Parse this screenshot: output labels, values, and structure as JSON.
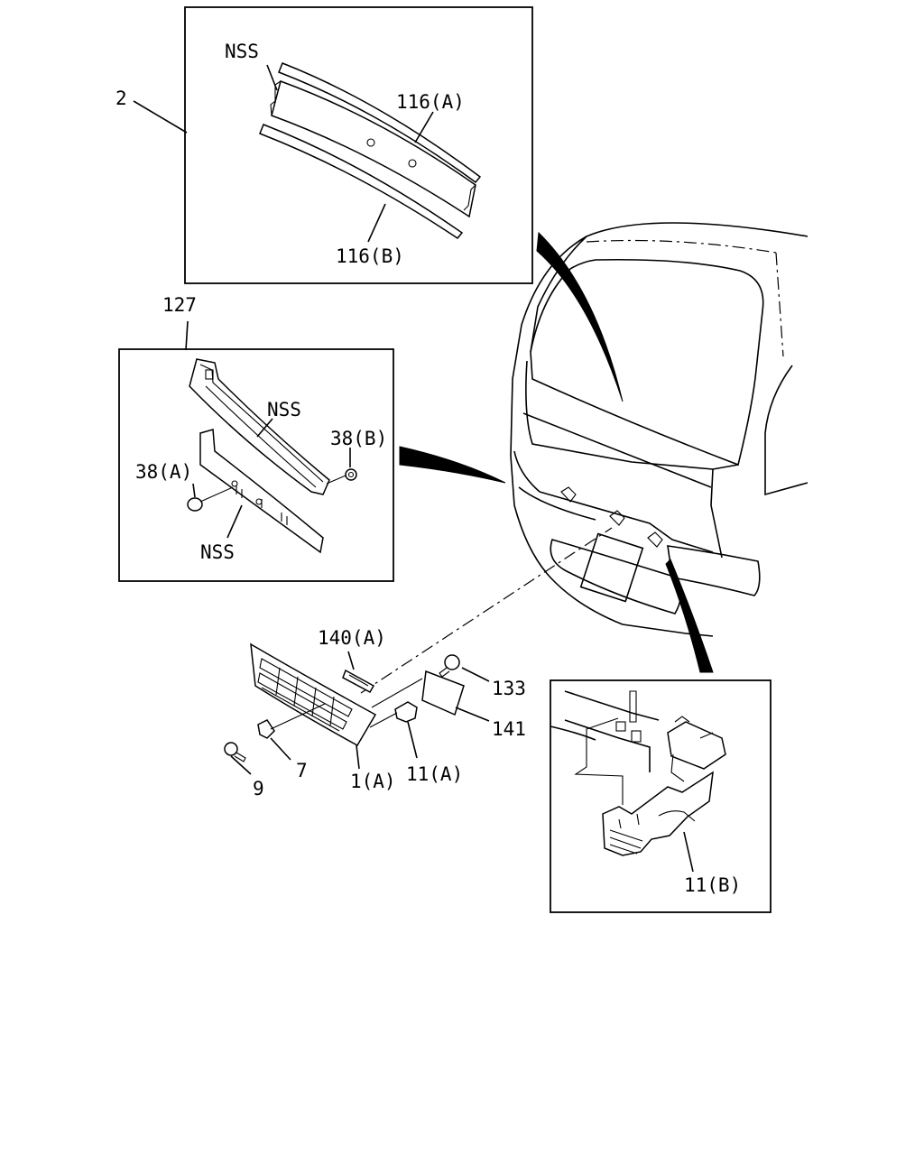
{
  "labels": {
    "item_2": "2",
    "nss_top": "NSS",
    "item_116a": "116(A)",
    "item_116b": "116(B)",
    "item_127": "127",
    "nss_upper": "NSS",
    "item_38b": "38(B)",
    "item_38a": "38(A)",
    "nss_lower": "NSS",
    "item_140a": "140(A)",
    "item_133": "133",
    "item_141": "141",
    "item_7": "7",
    "item_9": "9",
    "item_1a": "1(A)",
    "item_11a": "11(A)",
    "item_11b": "11(B)"
  }
}
